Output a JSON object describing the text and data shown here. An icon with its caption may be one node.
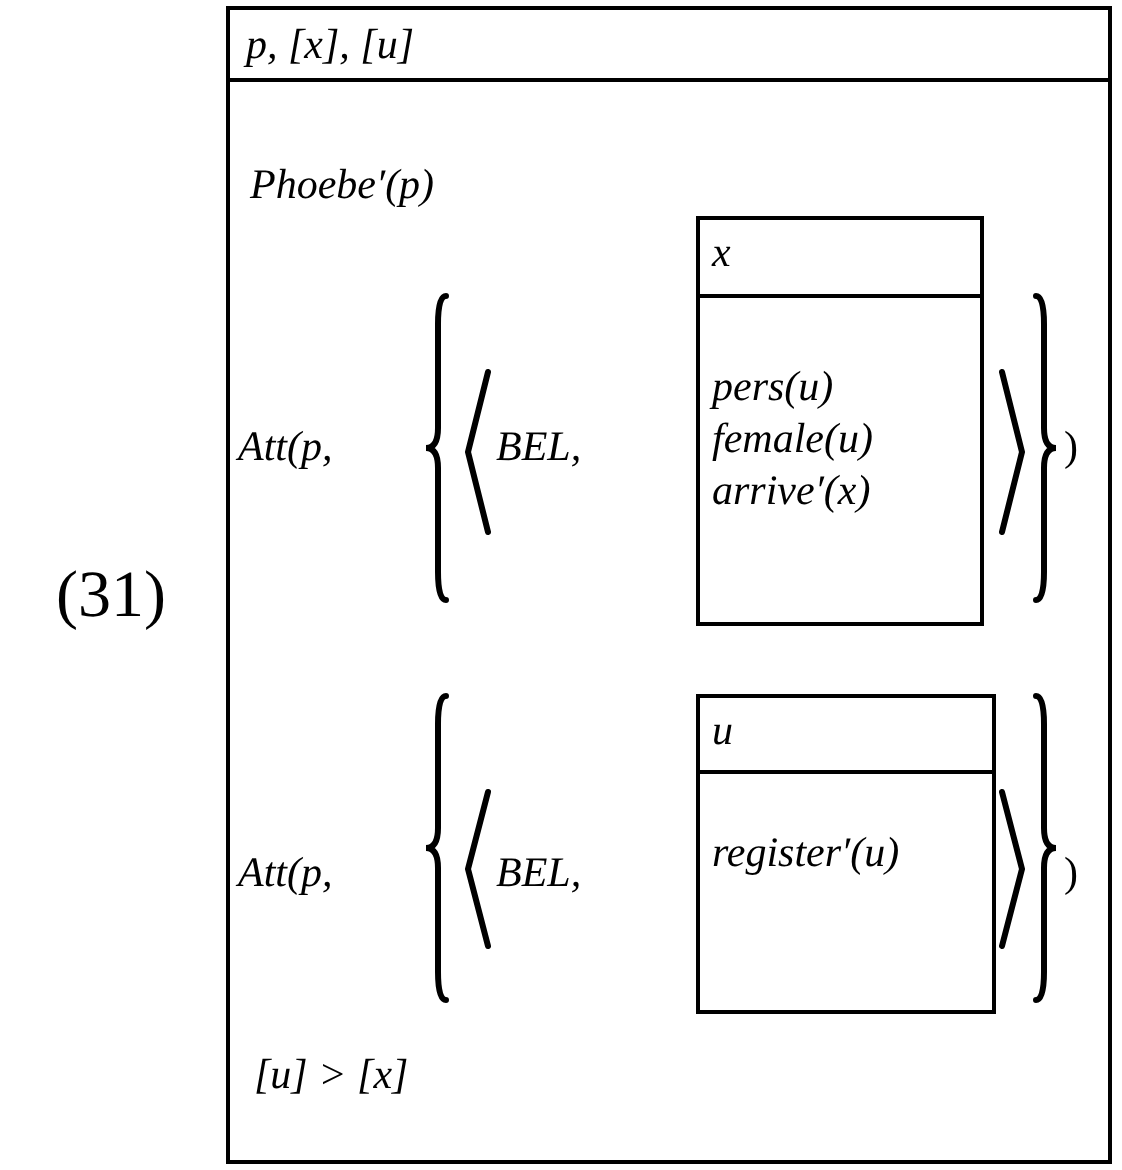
{
  "diagram": {
    "nodes": [
      {
        "text": [
          "p, [x], [u]",
          "Phoebe′(p)",
          "Att(p,",
          "BEL,",
          ")",
          "Att(p,",
          "BEL,",
          ")",
          "[u] > [x]"
        ]
      },
      {
        "text": [
          "x",
          "pers(u) female(u) arrive′(x)"
        ],
        "in": 0
      },
      {
        "text": [
          "u",
          "register′(u)"
        ],
        "in": 0
      }
    ],
    "labels": [
      "(31)"
    ]
  }
}
